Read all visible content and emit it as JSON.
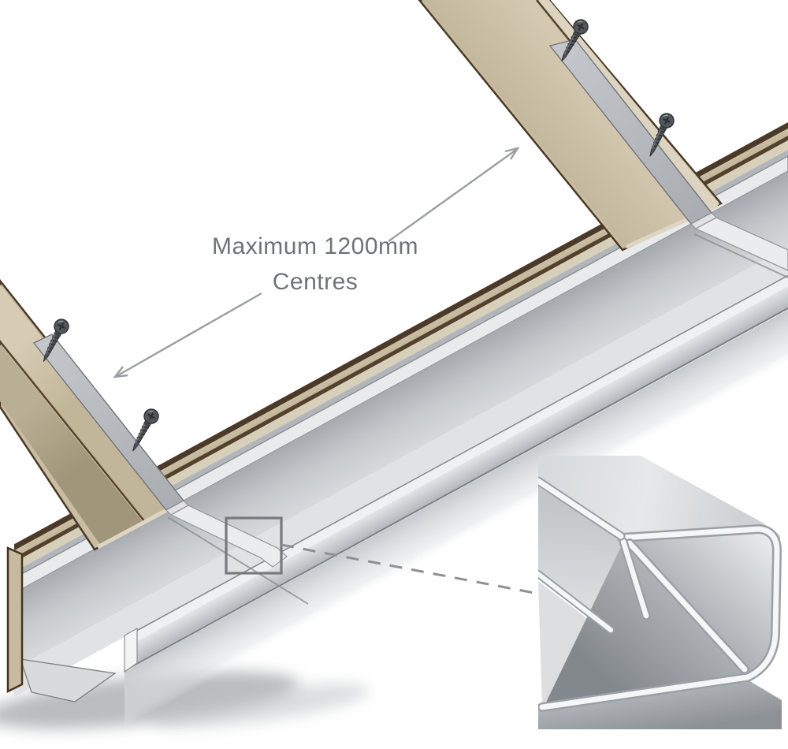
{
  "annotation": {
    "label_line1": "Maximum 1200mm",
    "label_line2": "Centres"
  },
  "diagram": {
    "subject": "gutter-strap-installation",
    "screw_count": 4,
    "strap_count": 2,
    "rafter_count": 2,
    "has_detail_inset": true
  },
  "colors": {
    "wood_light": "#d2c7ae",
    "wood_mid": "#c9bda3",
    "wood_dark": "#a99d82",
    "wood_outline": "#4b3a27",
    "metal_light": "#e8eaeb",
    "metal_mid": "#c6c9cd",
    "metal_dark": "#8b8f93",
    "strap_on_rafter": "#b5b8bd",
    "strap_crossing": "#eaeced",
    "text": "#6f7377",
    "arrow": "#9b9ea2",
    "callout_box": "#77797d"
  }
}
